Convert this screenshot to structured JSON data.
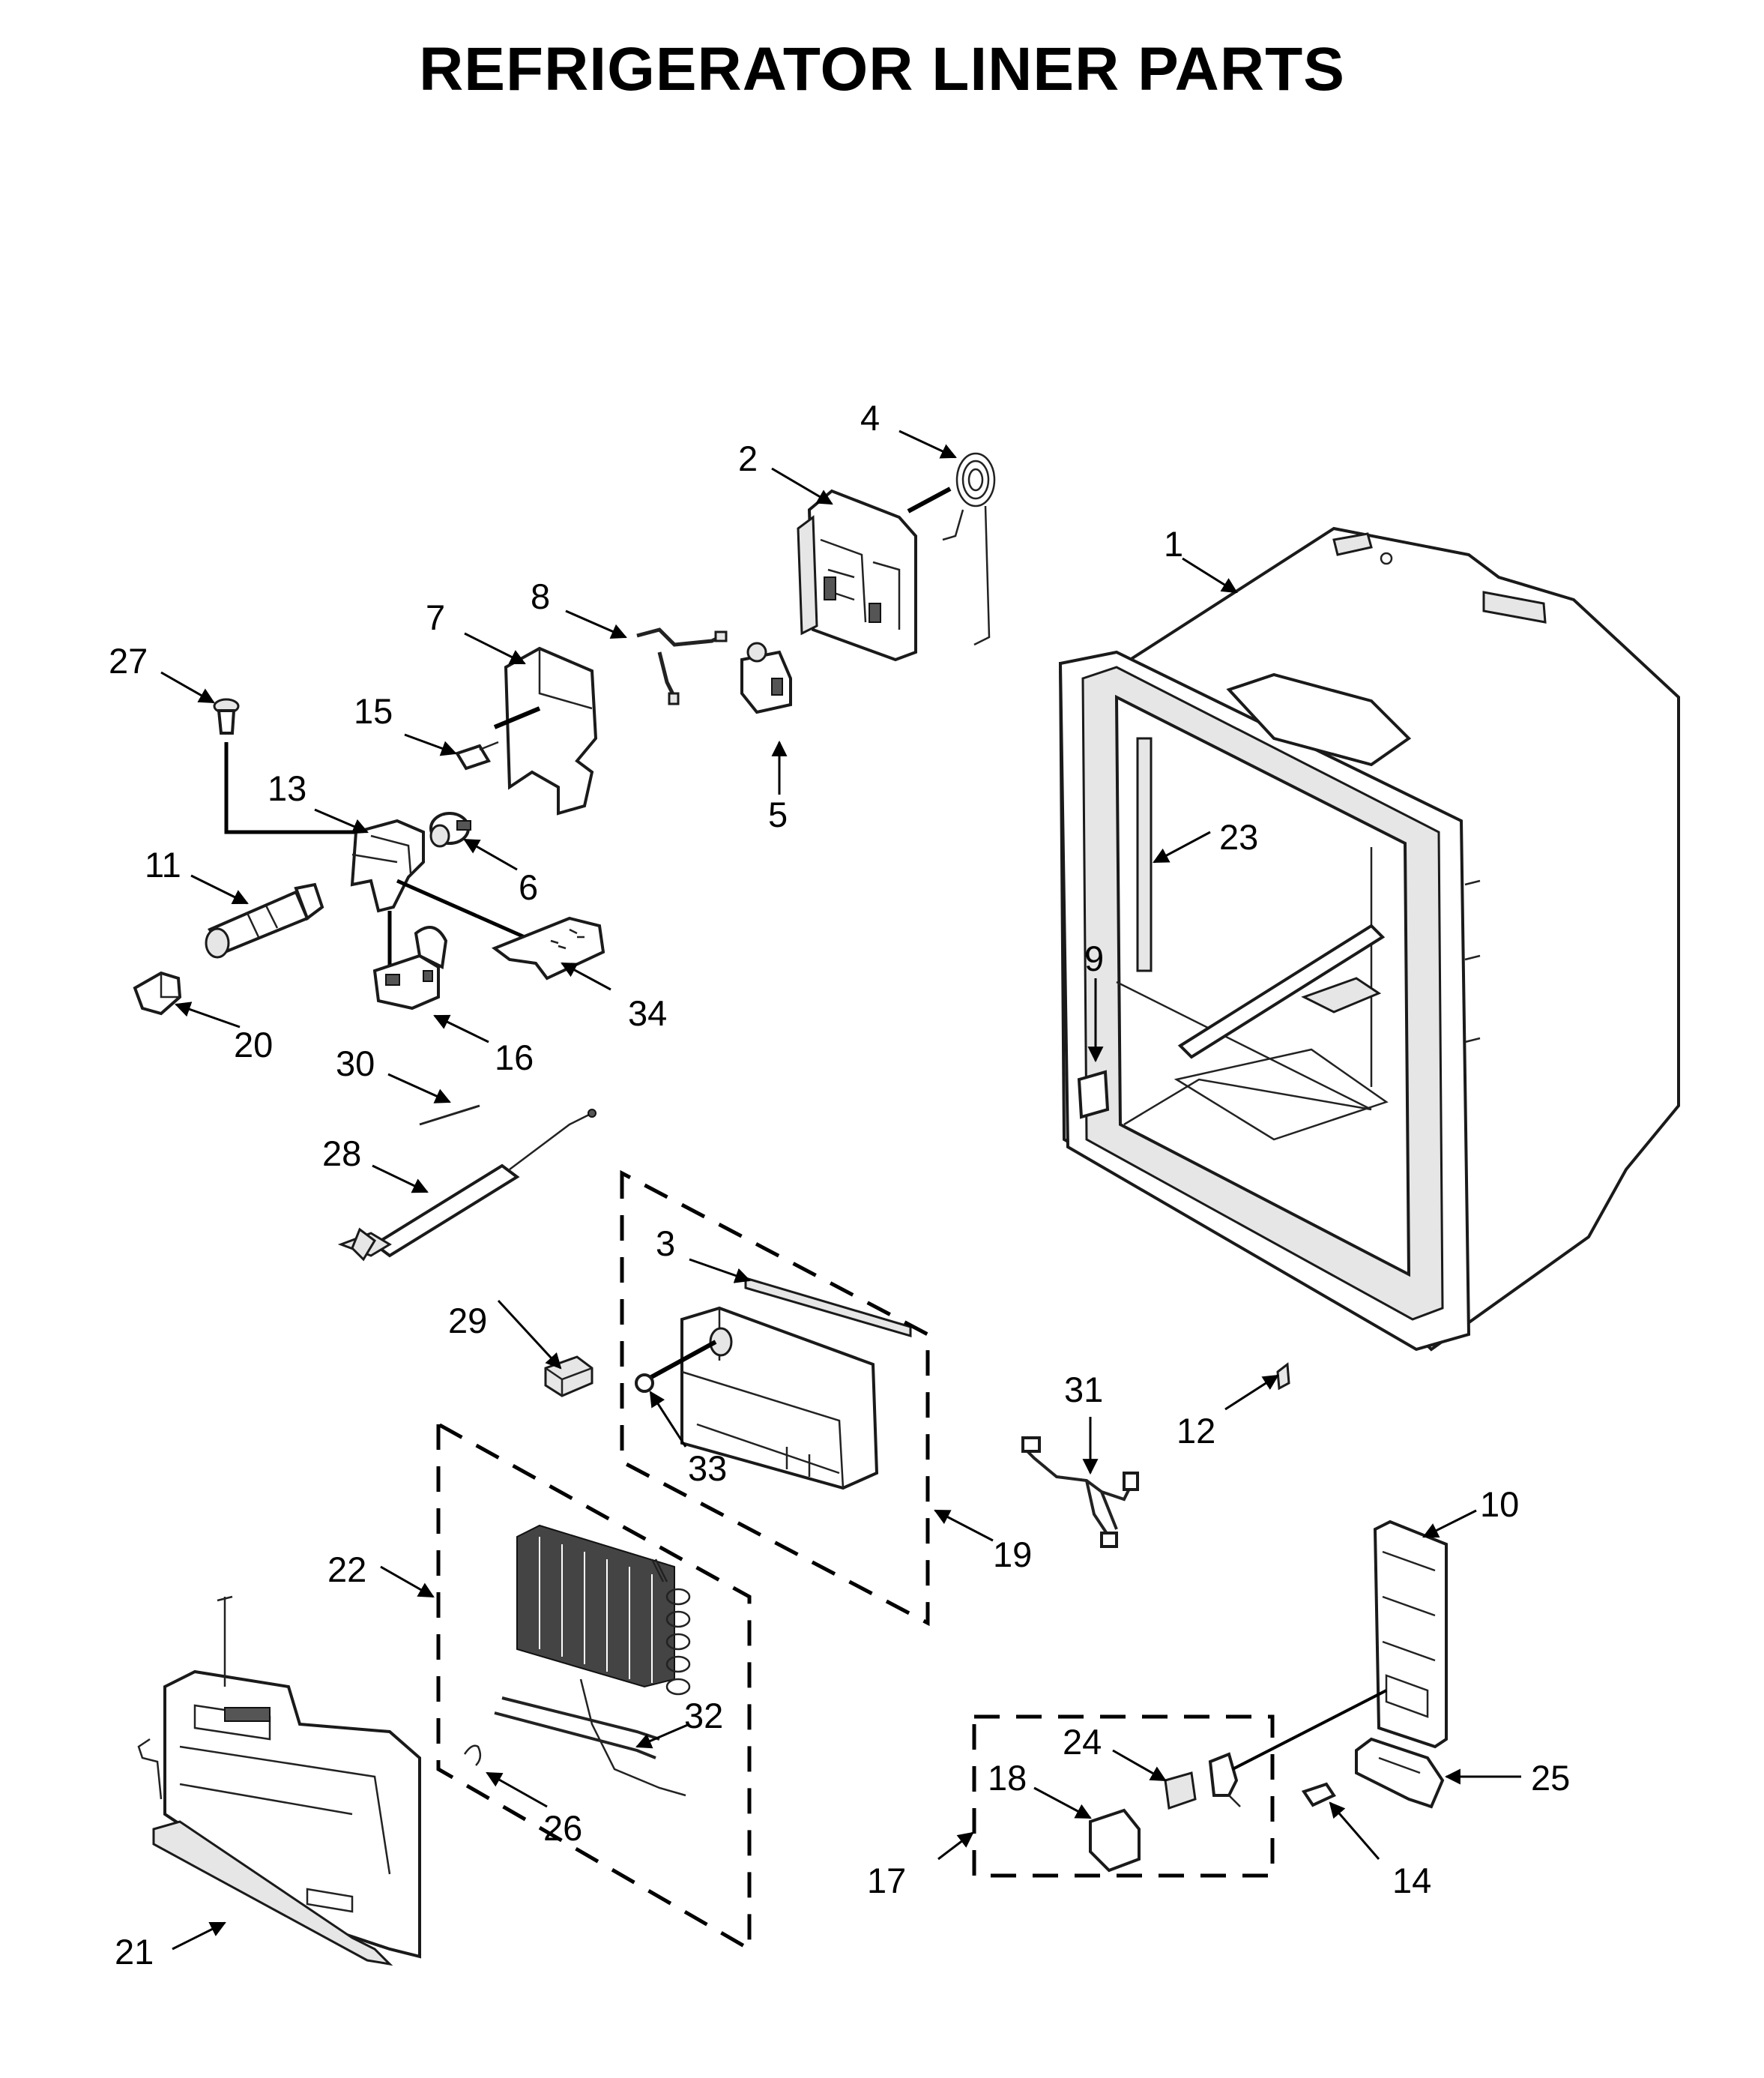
{
  "title": "REFRIGERATOR LINER PARTS",
  "callouts": [
    "1",
    "2",
    "3",
    "4",
    "5",
    "6",
    "7",
    "8",
    "9",
    "10",
    "11",
    "12",
    "13",
    "14",
    "15",
    "16",
    "17",
    "18",
    "19",
    "20",
    "21",
    "22",
    "23",
    "24",
    "25",
    "26",
    "27",
    "28",
    "29",
    "30",
    "31",
    "32",
    "33",
    "34"
  ]
}
